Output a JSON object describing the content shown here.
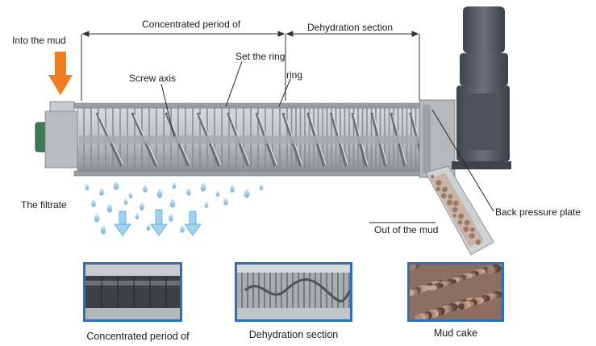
{
  "labels": {
    "into_mud": "Into the mud",
    "concentrated_period": "Concentrated period of",
    "dehydration_section": "Dehydration section",
    "set_the_ring": "Set the ring",
    "screw_axis": "Screw axis",
    "ring": "ring",
    "the_filtrate": "The filtrate",
    "back_pressure_plate": "Back pressure plate",
    "out_of_mud": "Out of the mud"
  },
  "captions": {
    "concentrated": "Concentrated period of",
    "dehydration": "Dehydration section",
    "mud_cake": "Mud cake"
  },
  "colors": {
    "photo_border": "#2f6fb5",
    "inlet_arrow": "#f07d1f",
    "filtrate_arrow": "#9fd3ef",
    "machine_body": "#b9bcbf",
    "motor": "#5a6068"
  }
}
